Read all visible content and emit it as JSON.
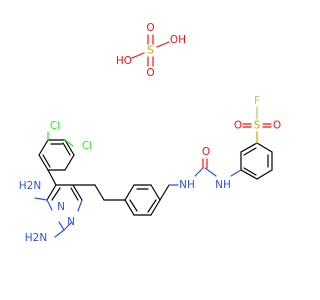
{
  "molecule": {
    "atom_colors": {
      "N": "#3050F8",
      "O": "#FF0D0D",
      "Cl": "#1FF01F",
      "S": "#C8A800",
      "F": "#90E050",
      "C": "#000000"
    },
    "labels": {
      "cl_upper": "Cl",
      "cl_lower": "Cl",
      "nh2_upper": "H2N",
      "nh2_lower": "H2N",
      "n_ring_a": "N",
      "n_ring_b": "N",
      "nh_left": "NH",
      "nh_right": "NH",
      "carbonyl_o": "O",
      "sulfonyl_s": "S",
      "sulfonyl_o1": "O",
      "sulfonyl_o2": "O",
      "fluorine": "F",
      "sulfate_s": "S",
      "sulfate_o_top": "O",
      "sulfate_o_bottom": "O",
      "sulfate_oh_left": "HO",
      "sulfate_oh_right": "OH"
    }
  }
}
